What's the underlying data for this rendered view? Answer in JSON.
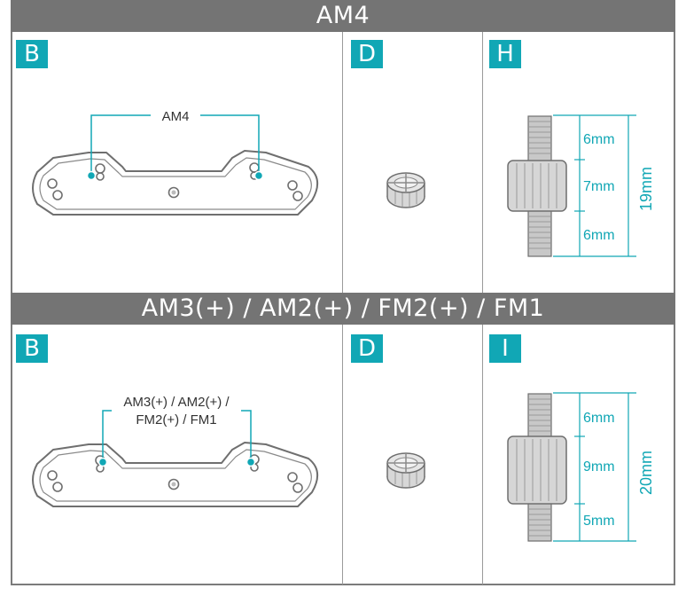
{
  "sections": [
    {
      "title": "AM4",
      "panels": {
        "bracket": {
          "badge": "B",
          "callout": [
            "AM4"
          ]
        },
        "nut": {
          "badge": "D"
        },
        "standoff": {
          "badge": "H",
          "segments": [
            "6mm",
            "7mm",
            "6mm"
          ],
          "total": "19mm"
        }
      }
    },
    {
      "title": "AM3(+) / AM2(+) / FM2(+) / FM1",
      "panels": {
        "bracket": {
          "badge": "B",
          "callout": [
            "AM3(+) / AM2(+) /",
            "FM2(+) / FM1"
          ]
        },
        "nut": {
          "badge": "D"
        },
        "standoff": {
          "badge": "I",
          "segments": [
            "6mm",
            "9mm",
            "5mm"
          ],
          "total": "20mm"
        }
      }
    }
  ],
  "colors": {
    "accent": "#11a7b5",
    "banner": "#747474",
    "line": "#7b7b7b"
  }
}
